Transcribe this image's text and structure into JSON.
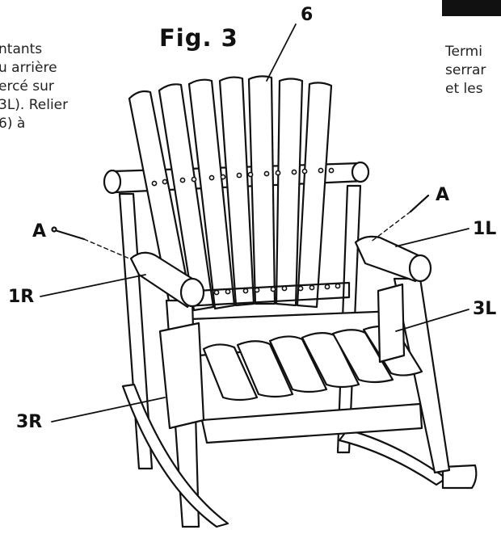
{
  "figure_label": "Fig. 3",
  "left_text": [
    "ntants",
    "u arrière",
    "ercé sur",
    "3L). Relier",
    "6) à"
  ],
  "right_text": [
    "Termi",
    "serrar",
    "et les"
  ],
  "callouts": {
    "backrest": "6",
    "bolt_left": "A",
    "bolt_right": "A",
    "armrest_right": "1R",
    "armrest_left": "1L",
    "leg_left": "3L",
    "leg_right": "3R"
  }
}
